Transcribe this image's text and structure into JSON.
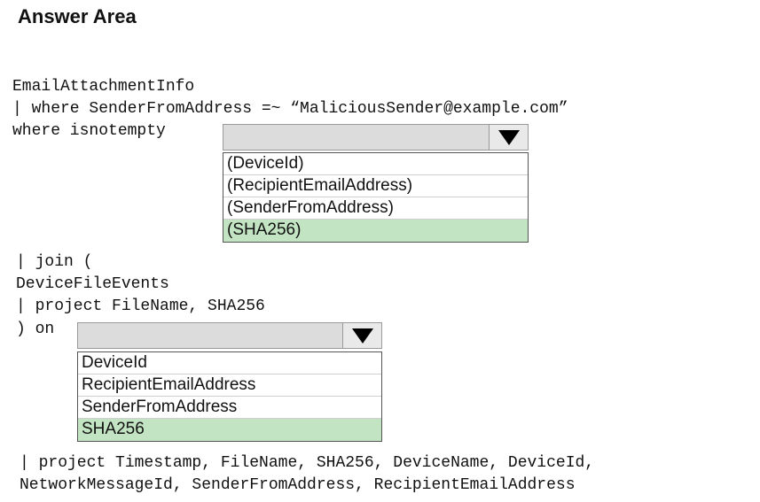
{
  "title": "Answer Area",
  "code": {
    "line1": "EmailAttachmentInfo",
    "line2": "| where SenderFromAddress =~ “MaliciousSender@example.com”",
    "line3": "where isnotempty",
    "line4": "| join (",
    "line5": "DeviceFileEvents",
    "line6": "| project FileName, SHA256",
    "line7": ") on",
    "line8": "| project Timestamp, FileName, SHA256, DeviceName, DeviceId,",
    "line9": "NetworkMessageId, SenderFromAddress, RecipientEmailAddress"
  },
  "dropdown1": {
    "options": [
      "(DeviceId)",
      "(RecipientEmailAddress)",
      "(SenderFromAddress)",
      "(SHA256)"
    ],
    "selected_index": 3
  },
  "dropdown2": {
    "options": [
      "DeviceId",
      "RecipientEmailAddress",
      "SenderFromAddress",
      "SHA256"
    ],
    "selected_index": 3
  },
  "icons": {
    "dropdown_arrow": "triangle-down-icon"
  },
  "colors": {
    "selected_option": "#c3e4c3",
    "field_background": "#dcdcdc"
  }
}
